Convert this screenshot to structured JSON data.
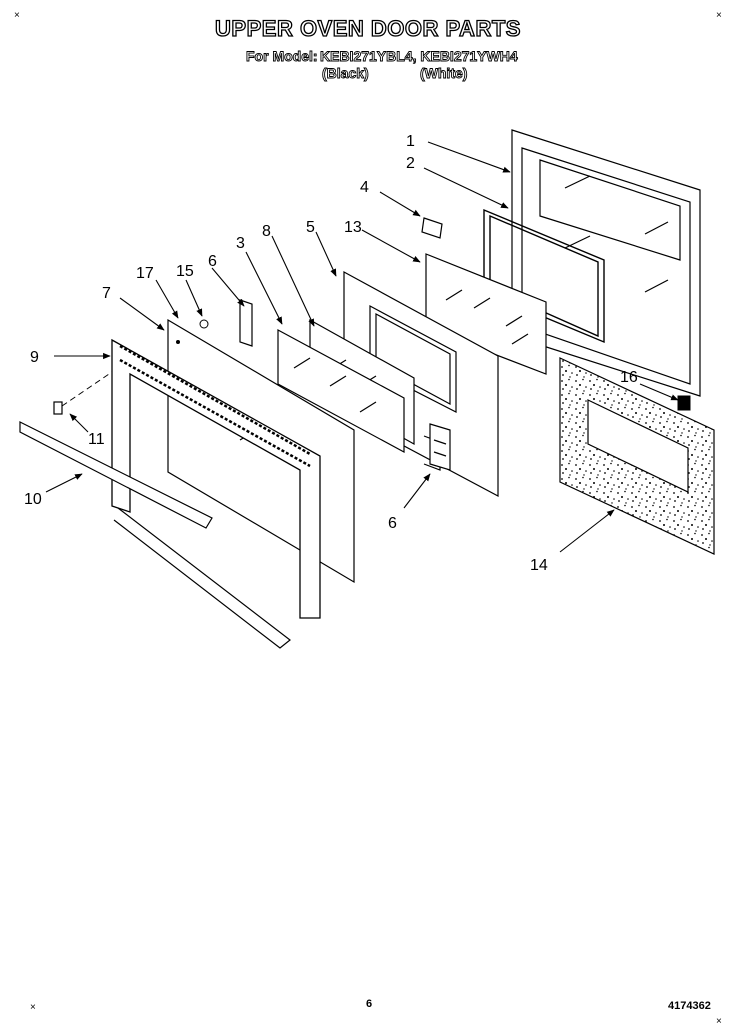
{
  "header": {
    "title": "UPPER OVEN DOOR PARTS",
    "model_prefix": "For Model:",
    "models": "KEBI271YBL4, KEBI271YWH4",
    "variant_black": "(Black)",
    "variant_white": "(White)"
  },
  "callouts": [
    {
      "id": "c1",
      "label": "1"
    },
    {
      "id": "c2",
      "label": "2"
    },
    {
      "id": "c3",
      "label": "3"
    },
    {
      "id": "c4",
      "label": "4"
    },
    {
      "id": "c5",
      "label": "5"
    },
    {
      "id": "c6a",
      "label": "6"
    },
    {
      "id": "c6b",
      "label": "6"
    },
    {
      "id": "c7",
      "label": "7"
    },
    {
      "id": "c8",
      "label": "8"
    },
    {
      "id": "c9",
      "label": "9"
    },
    {
      "id": "c10",
      "label": "10"
    },
    {
      "id": "c11",
      "label": "11"
    },
    {
      "id": "c13",
      "label": "13"
    },
    {
      "id": "c14",
      "label": "14"
    },
    {
      "id": "c15",
      "label": "15"
    },
    {
      "id": "c16",
      "label": "16"
    },
    {
      "id": "c17",
      "label": "17"
    }
  ],
  "footer": {
    "page_number": "6",
    "doc_number": "4174362"
  }
}
